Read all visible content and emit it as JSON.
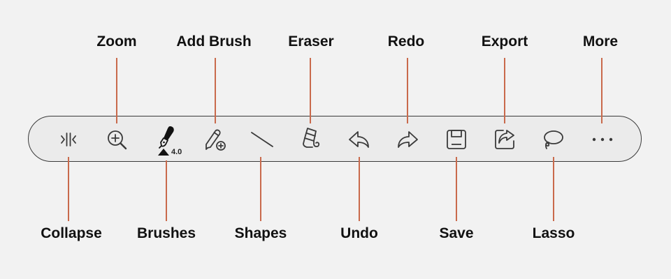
{
  "toolbar": {
    "brush_size": "4.0",
    "tools": {
      "collapse": {
        "label": "Collapse",
        "icon": "collapse-icon"
      },
      "zoom": {
        "label": "Zoom",
        "icon": "zoom-in-icon"
      },
      "brushes": {
        "label": "Brushes",
        "icon": "brush-icon"
      },
      "add_brush": {
        "label": "Add Brush",
        "icon": "add-brush-icon"
      },
      "shapes": {
        "label": "Shapes",
        "icon": "line-shape-icon"
      },
      "eraser": {
        "label": "Eraser",
        "icon": "eraser-icon"
      },
      "undo": {
        "label": "Undo",
        "icon": "undo-icon"
      },
      "redo": {
        "label": "Redo",
        "icon": "redo-icon"
      },
      "save": {
        "label": "Save",
        "icon": "save-icon"
      },
      "export": {
        "label": "Export",
        "icon": "export-icon"
      },
      "lasso": {
        "label": "Lasso",
        "icon": "lasso-icon"
      },
      "more": {
        "label": "More",
        "icon": "more-icon"
      }
    }
  },
  "colors": {
    "background": "#f2f2f2",
    "toolbar_fill": "#ebebeb",
    "toolbar_border": "#3a3a3a",
    "callout_line": "#c96a4c",
    "icon": "#3a3a3a"
  }
}
